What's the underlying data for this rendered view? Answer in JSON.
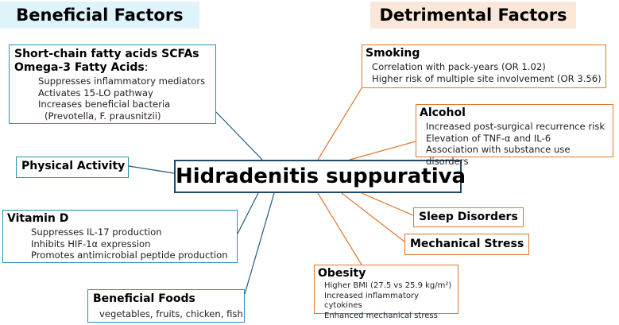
{
  "headers": {
    "beneficial": "Beneficial Factors",
    "detrimental": "Detrimental Factors"
  },
  "center": "Hidradenitis suppurativa",
  "beneficial": {
    "scfa": {
      "title1": "Short-chain fatty acids SCFAs",
      "title2": "Omega-3 Fatty Acids",
      "colon": ":",
      "items": [
        "Suppresses inflammatory mediators",
        "Activates 15-LO pathway",
        "Increases beneficial bacteria",
        "(Prevotella, F. prausnitzii)"
      ]
    },
    "physical": {
      "title": "Physical Activity"
    },
    "vitd": {
      "title": "Vitamin D",
      "items": [
        "Suppresses IL-17 production",
        "Inhibits HIF-1α expression",
        "Promotes antimicrobial peptide production"
      ]
    },
    "foods": {
      "title": "Beneficial Foods",
      "items": [
        "vegetables, fruits, chicken, fish"
      ]
    }
  },
  "detrimental": {
    "smoking": {
      "title": "Smoking",
      "items": [
        "Correlation with pack-years (OR 1.02)",
        "Higher risk of multiple site involvement (OR 3.56)"
      ]
    },
    "alcohol": {
      "title": "Alcohol",
      "items": [
        "Increased post-surgical recurrence risk",
        "Elevation of TNF-α and IL-6",
        "Association with substance use disorders"
      ]
    },
    "sleep": {
      "title": "Sleep Disorders"
    },
    "mech": {
      "title": "Mechanical Stress"
    },
    "obesity": {
      "title": "Obesity",
      "items": [
        "Higher BMI (27.5 vs 25.9 kg/m²)",
        "Increased inflammatory cytokines",
        "Enhanced mechanical stress"
      ]
    }
  },
  "colors": {
    "beneficial": "#2a8fb3",
    "detrimental": "#e0772f",
    "center_border": "#1f4a6b",
    "beneficial_header_bg": "#dff3fb",
    "detrimental_header_bg": "#fbe7da"
  }
}
